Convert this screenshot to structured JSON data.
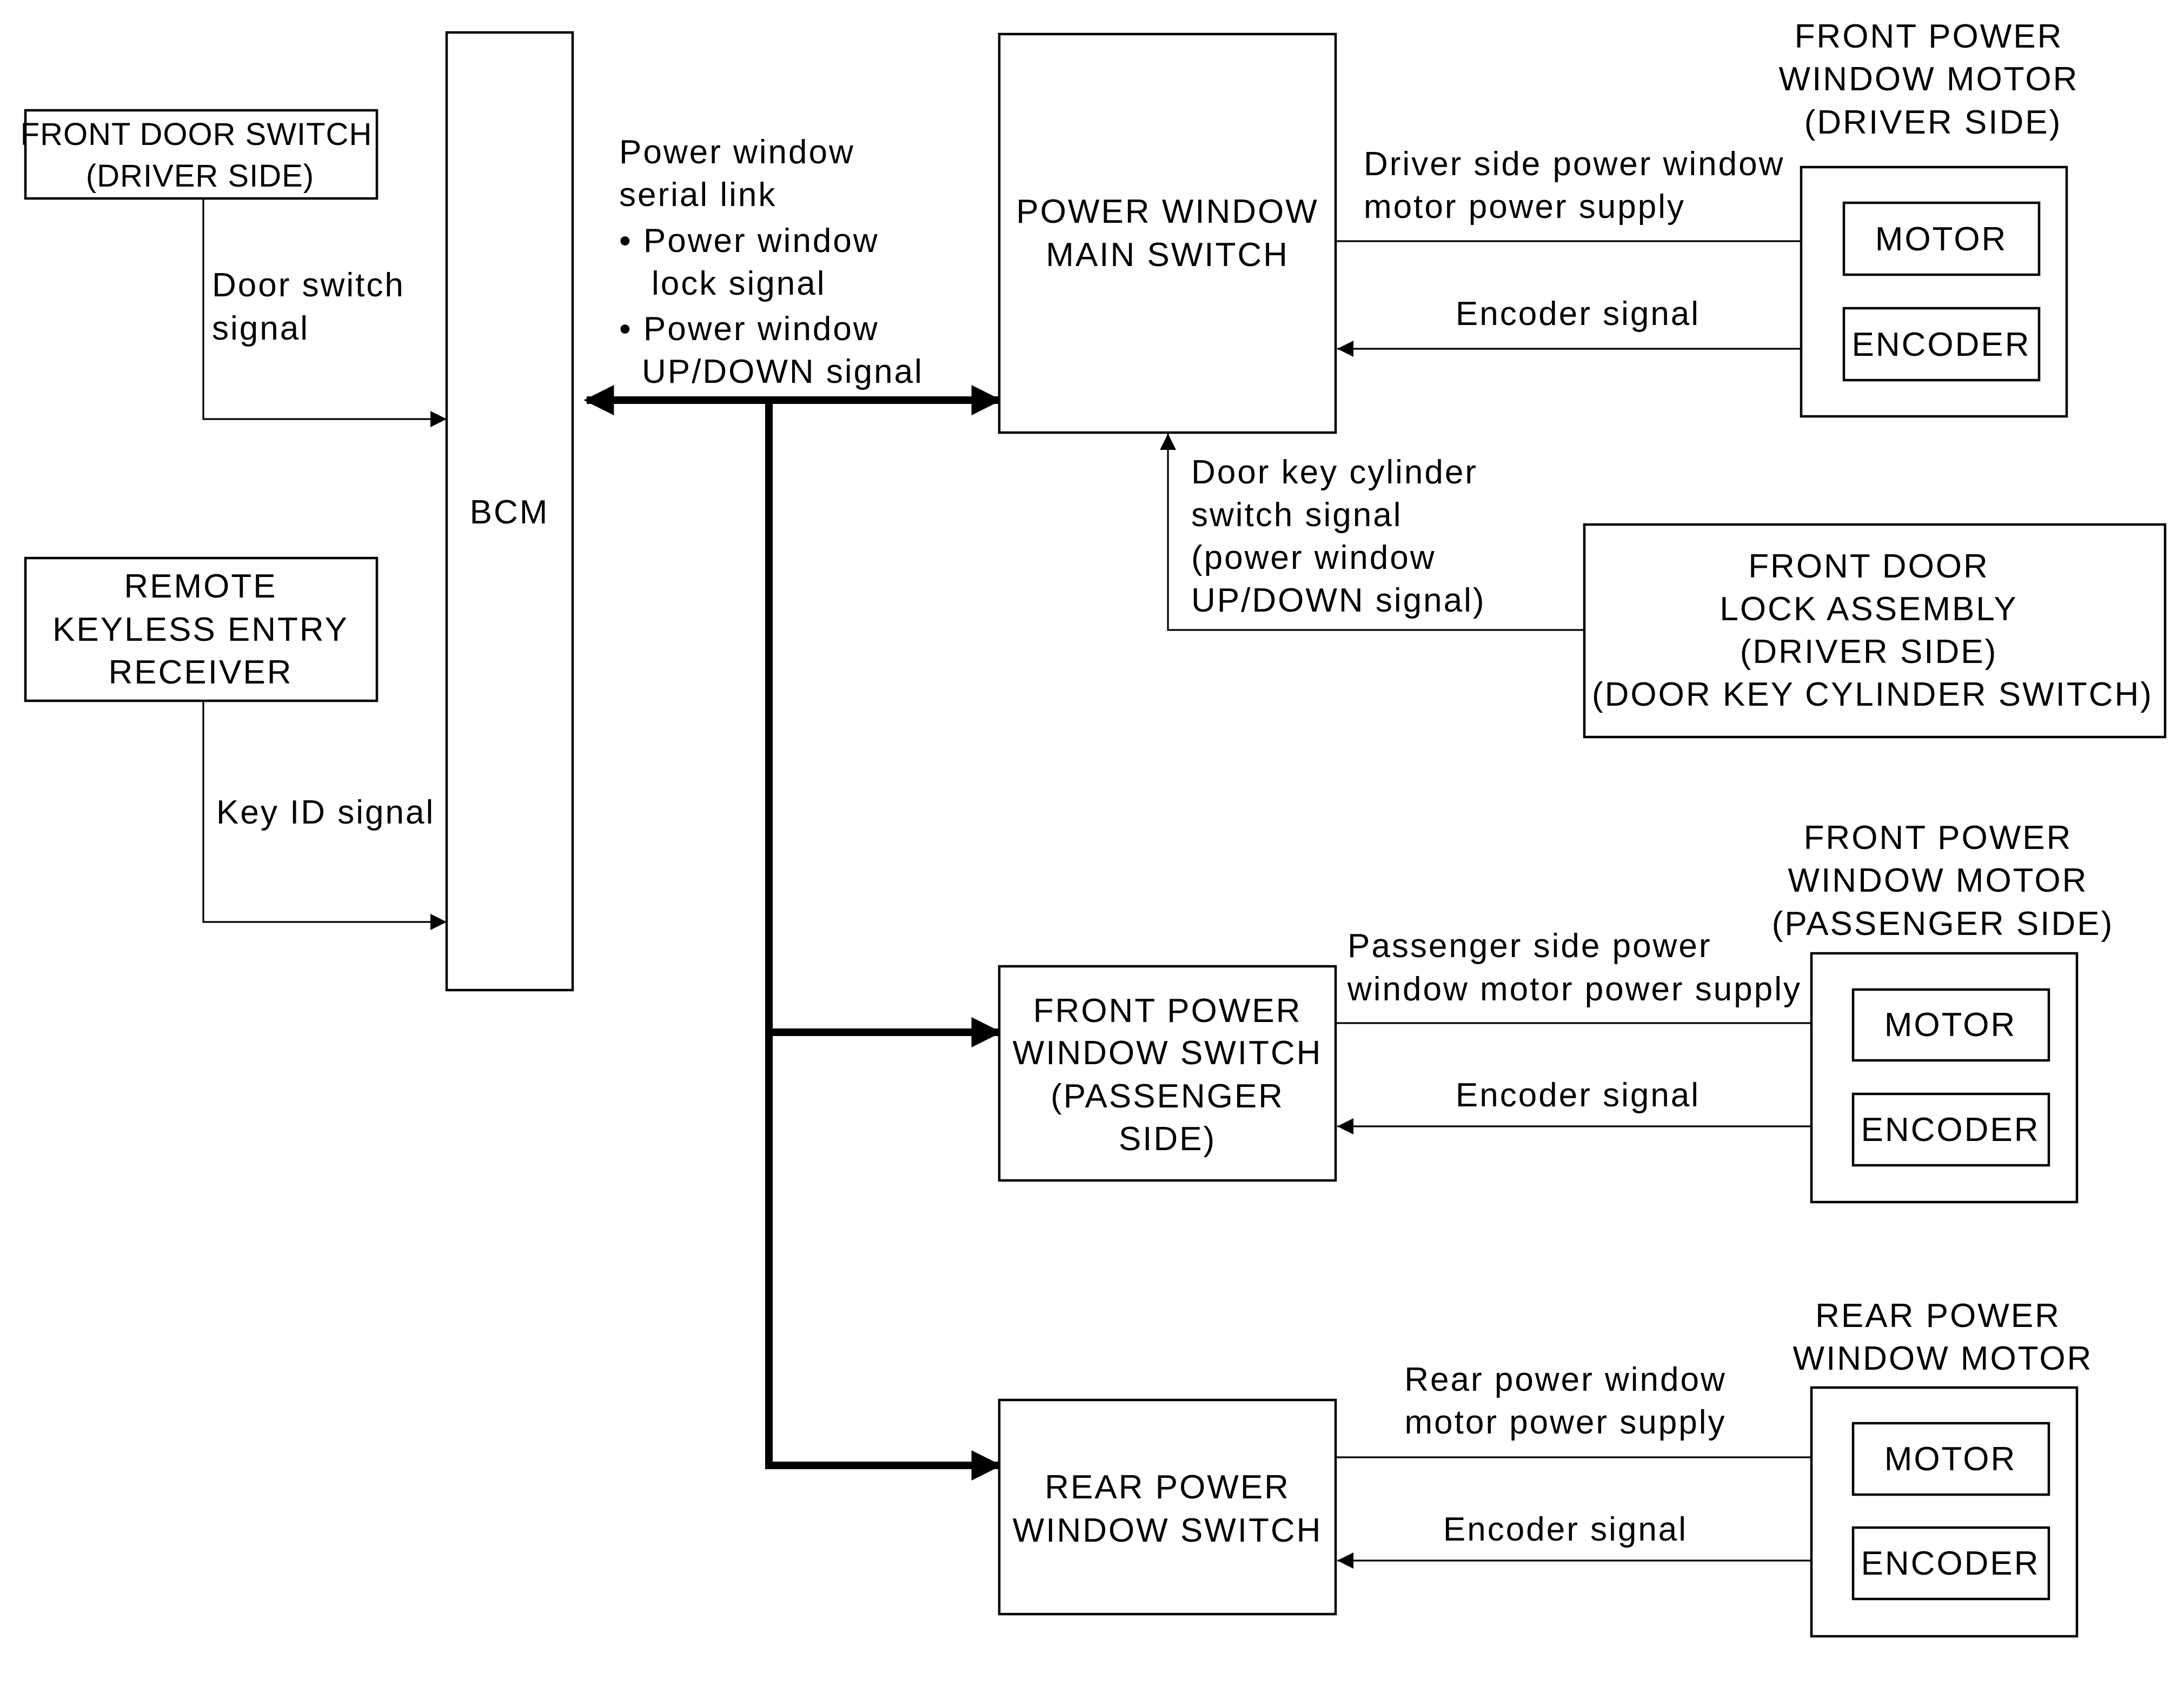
{
  "nodes": {
    "front_door_switch": [
      "FRONT DOOR SWITCH",
      "(DRIVER SIDE)"
    ],
    "remote_keyless": [
      "REMOTE",
      "KEYLESS ENTRY",
      "RECEIVER"
    ],
    "bcm": [
      "BCM"
    ],
    "pw_main_switch": [
      "POWER WINDOW",
      "MAIN SWITCH"
    ],
    "front_pw_switch_passenger": [
      "FRONT POWER",
      "WINDOW SWITCH",
      "(PASSENGER",
      "SIDE)"
    ],
    "rear_pw_switch": [
      "REAR POWER",
      "WINDOW SWITCH"
    ],
    "front_door_lock": [
      "FRONT DOOR",
      "LOCK ASSEMBLY",
      "(DRIVER SIDE)",
      "(DOOR KEY CYLINDER SWITCH)"
    ],
    "motor_driver_title": [
      "FRONT POWER",
      "WINDOW MOTOR",
      "(DRIVER SIDE)"
    ],
    "motor_passenger_title": [
      "FRONT POWER",
      "WINDOW MOTOR",
      "(PASSENGER SIDE)"
    ],
    "motor_rear_title": [
      "REAR POWER",
      "WINDOW MOTOR"
    ],
    "motor_label": "MOTOR",
    "encoder_label": "ENCODER"
  },
  "signals": {
    "door_switch": [
      "Door switch",
      "signal"
    ],
    "key_id": [
      "Key ID signal"
    ],
    "serial_link": [
      "Power window",
      "serial link",
      "• Power window",
      "lock signal",
      "• Power window",
      "UP/DOWN signal"
    ],
    "driver_supply": [
      "Driver side power window",
      "motor power supply"
    ],
    "encoder": "Encoder signal",
    "door_key": [
      "Door key cylinder",
      "switch signal",
      "(power window",
      "UP/DOWN signal)"
    ],
    "passenger_supply": [
      "Passenger side power",
      "window motor power supply"
    ],
    "rear_supply": [
      "Rear power window",
      "motor power supply"
    ]
  }
}
